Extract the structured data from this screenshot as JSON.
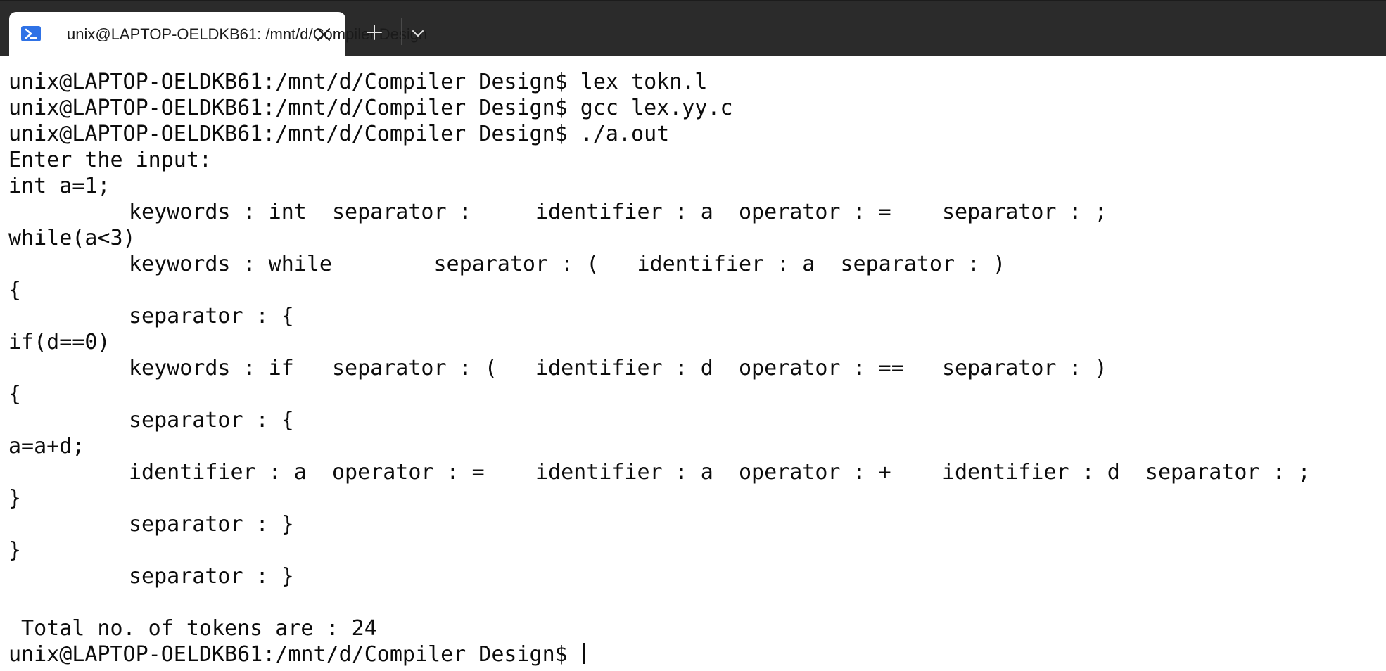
{
  "window": {
    "tab_title": "unix@LAPTOP-OELDKB61: /mnt/d/Compiler Design",
    "tab_icon": "powershell-icon",
    "accent_color": "#2f72e6"
  },
  "terminal": {
    "lines": [
      "unix@LAPTOP-OELDKB61:/mnt/d/Compiler Design$ lex tokn.l",
      "unix@LAPTOP-OELDKB61:/mnt/d/Compiler Design$ gcc lex.yy.c",
      "unix@LAPTOP-OELDKB61:/mnt/d/Compiler Design$ ./a.out",
      "Enter the input:",
      "int a=1;",
      "keywords : int  separator :     identifier : a  operator : =    separator : ;",
      "while(a<3)",
      "keywords : while        separator : (   identifier : a  separator : )",
      "{",
      "separator : {",
      "if(d==0)",
      "keywords : if   separator : (   identifier : d  operator : ==   separator : )",
      "{",
      "separator : {",
      "a=a+d;",
      "identifier : a  operator : =    identifier : a  operator : +    identifier : d  separator : ;",
      "}",
      "separator : }",
      "}",
      "separator : }",
      "",
      " Total no. of tokens are : 24",
      "unix@LAPTOP-OELDKB61:/mnt/d/Compiler Design$ "
    ]
  }
}
